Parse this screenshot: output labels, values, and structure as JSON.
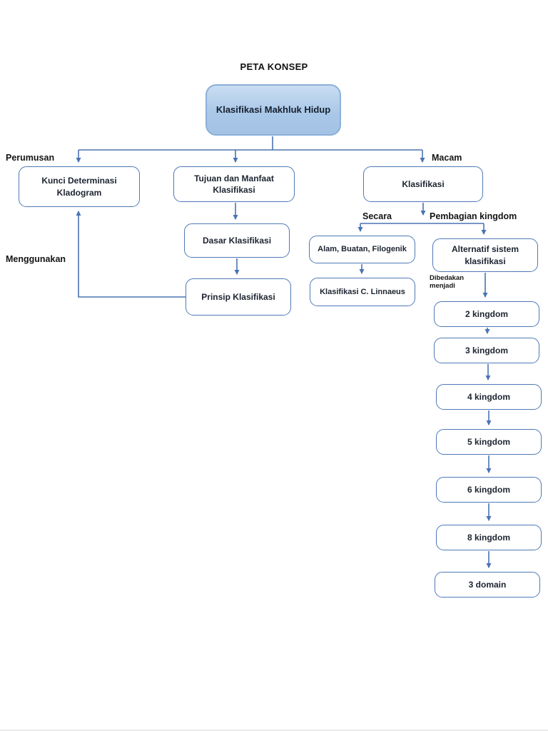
{
  "page": {
    "title": "PETA KONSEP"
  },
  "colors": {
    "connector_blue": "#4a73b4",
    "box_border_blue": "#4e79b7",
    "root_fill_blue": "#aac8e8",
    "text_dark": "#1c2430"
  },
  "nodes": {
    "root": {
      "label": "Klasifikasi Makhluk Hidup"
    },
    "kunci_determinasi": {
      "label": "Kunci Determinasi Kladogram"
    },
    "tujuan_manfaat": {
      "label": "Tujuan dan Manfaat Klasifikasi"
    },
    "dasar_klasifikasi": {
      "label": "Dasar Klasifikasi"
    },
    "prinsip_klasifikasi": {
      "label": "Prinsip Klasifikasi"
    },
    "klasifikasi": {
      "label": "Klasifikasi"
    },
    "alam_buatan_filogenik": {
      "label": "Alam, Buatan, Filogenik"
    },
    "klasifikasi_linnaeus": {
      "label": "Klasifikasi C. Linnaeus"
    },
    "alternatif_sistem": {
      "label": "Alternatif sistem klasifikasi"
    },
    "kingdom_2": {
      "label": "2 kingdom"
    },
    "kingdom_3": {
      "label": "3 kingdom"
    },
    "kingdom_4": {
      "label": "4 kingdom"
    },
    "kingdom_5": {
      "label": "5 kingdom"
    },
    "kingdom_6": {
      "label": "6 kingdom"
    },
    "kingdom_8": {
      "label": "8 kingdom"
    },
    "domain_3": {
      "label": "3 domain"
    }
  },
  "edge_labels": {
    "perumusan": "Perumusan",
    "macam": "Macam",
    "menggunakan": "Menggunakan",
    "secara": "Secara",
    "pembagian_kingdom": "Pembagian kingdom",
    "dibedakan_menjadi": "Dibedakan menjadi"
  }
}
